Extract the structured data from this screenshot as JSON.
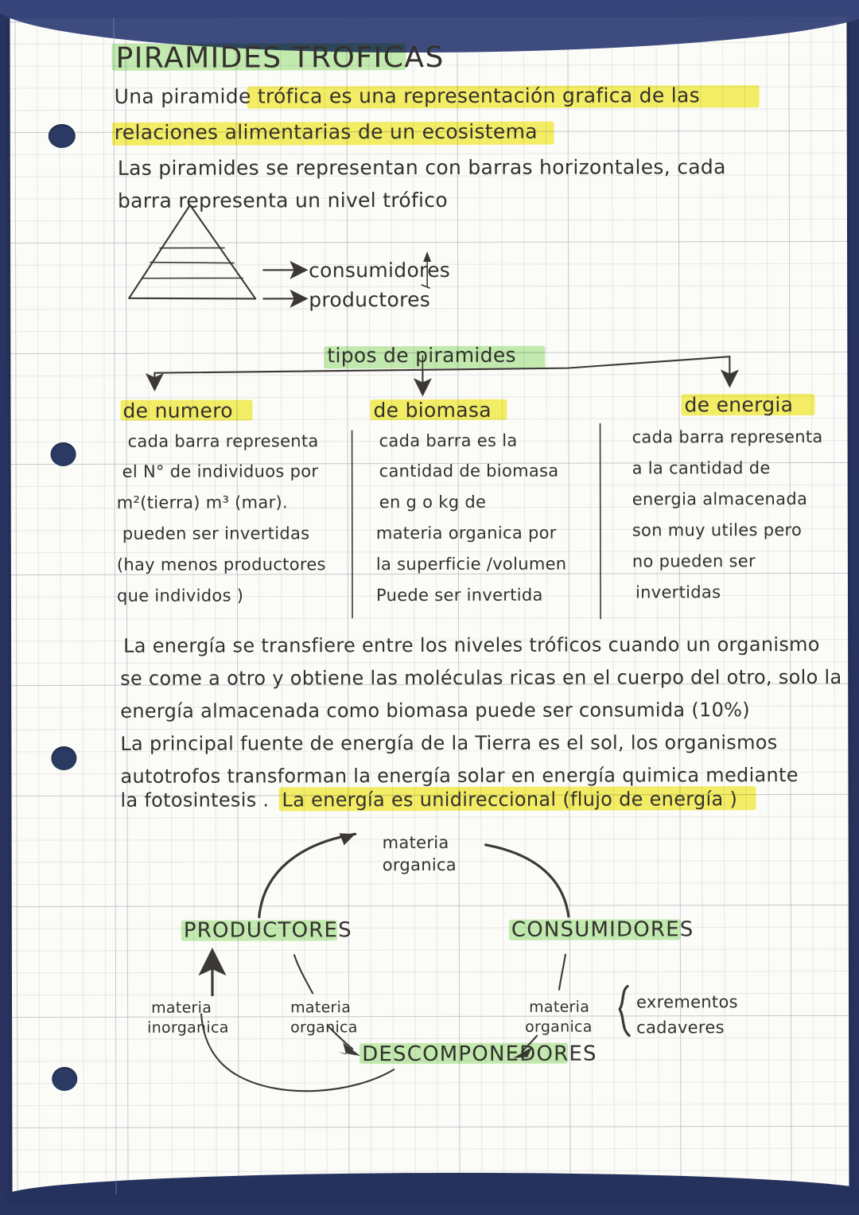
{
  "notebook": {
    "page_kind": "grid-paper-handwritten-notes",
    "language": "es",
    "background_color": "#2e3f6e",
    "paper_color": "#fbfbf8",
    "ink_color": "#3a3734",
    "highlight_yellow": "#f6ee4d",
    "highlight_green": "#b6e9a0"
  },
  "title": "PIRAMIDES TROFICAS",
  "intro": {
    "line1": "Una piramide trófica es una representación grafica de las",
    "line2": "relaciones alimentarias de un ecosistema",
    "line3": "Las piramides se representan con barras horizontales, cada",
    "line4": "barra representa un nivel trófico"
  },
  "pyramid_diagram": {
    "label_consumers": "consumidores",
    "label_producers": "productores",
    "levels": 4
  },
  "types_header": "tipos de piramides",
  "types": [
    {
      "heading": "de numero",
      "lines": [
        "cada barra representa",
        "el N° de individuos por",
        "m²(tierra) m³ (mar).",
        "pueden ser invertidas",
        "(hay menos productores",
        "que individos )"
      ]
    },
    {
      "heading": "de biomasa",
      "lines": [
        "cada barra es la",
        "cantidad de biomasa",
        "en g o kg de",
        "materia organica por",
        "la superficie /volumen",
        "Puede ser invertida"
      ]
    },
    {
      "heading": "de energia",
      "lines": [
        "cada barra representa",
        "a la cantidad de",
        "energia almacenada",
        "son muy utiles pero",
        "no pueden ser",
        "invertidas"
      ]
    }
  ],
  "energy_paragraph": {
    "line1": "La energía se transfiere entre los niveles tróficos cuando un organismo",
    "line2": "se come a otro y obtiene las moléculas ricas en el cuerpo del otro, solo la",
    "line3": "energía almacenada como biomasa puede ser consumida (10%)",
    "line4": "La principal fuente de energía de la Tierra es el sol, los organismos",
    "line5": "autotrofos transforman la energía solar en energía quimica mediante",
    "line6_plain": "la fotosintesis .",
    "line6_highlighted": "La energía es unidireccional (flujo de energía )"
  },
  "cycle_diagram": {
    "top_label_line1": "materia",
    "top_label_line2": "organica",
    "producers": "PRODUCTORES",
    "consumers": "CONSUMIDORES",
    "decomposers": "DESCOMPONEDORES",
    "left_label_line1": "materia",
    "left_label_line2": "inorganica",
    "center_label_line1": "materia",
    "center_label_line2": "organica",
    "right_label_line1": "materia",
    "right_label_line2": "organica",
    "brace_item1": "exrementos",
    "brace_item2": "cadaveres"
  }
}
